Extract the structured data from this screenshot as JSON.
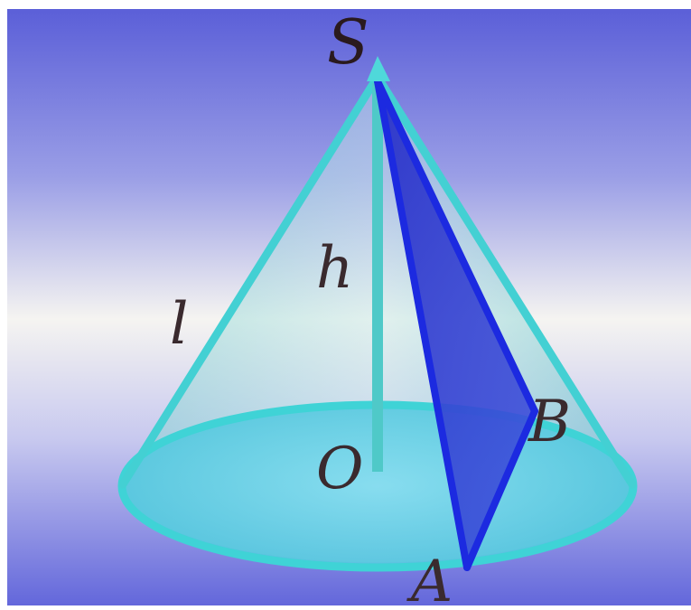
{
  "figure": {
    "labels": {
      "apex": "S",
      "height": "h",
      "slant": "l",
      "center": "O",
      "point_a": "A",
      "point_b": "B"
    },
    "colors": {
      "background_top": "#5a5fd6",
      "background_mid": "#f4f3f2",
      "background_bottom": "#6a70dc",
      "cone_edge": "#3ecfd2",
      "cone_body": "#8fd6d6",
      "base_fill": "#5fd0e6",
      "section_fill": "#3340d0",
      "section_edge": "#1f2ad8",
      "label_color": "#3a2a2e"
    }
  }
}
